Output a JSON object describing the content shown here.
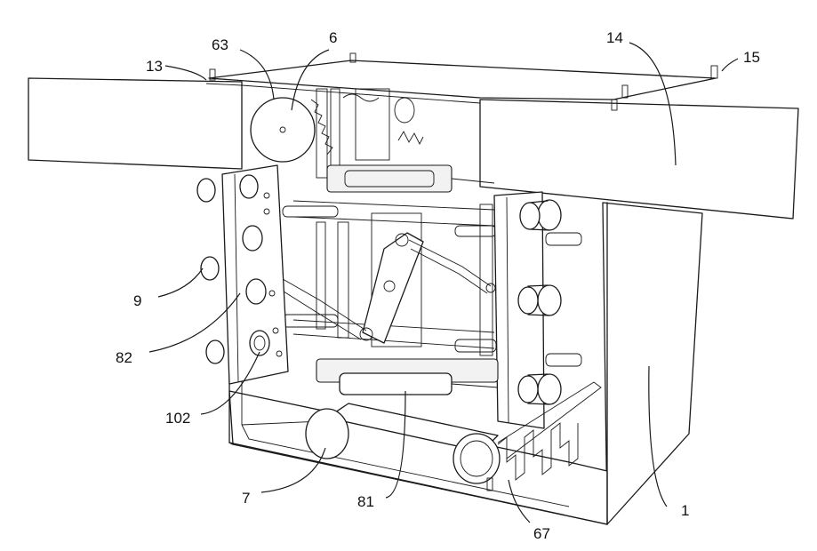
{
  "labels": {
    "l1": "1",
    "l6": "6",
    "l7": "7",
    "l9": "9",
    "l13": "13",
    "l14": "14",
    "l15": "15",
    "l63": "63",
    "l67": "67",
    "l81": "81",
    "l82": "82",
    "l102": "102"
  }
}
